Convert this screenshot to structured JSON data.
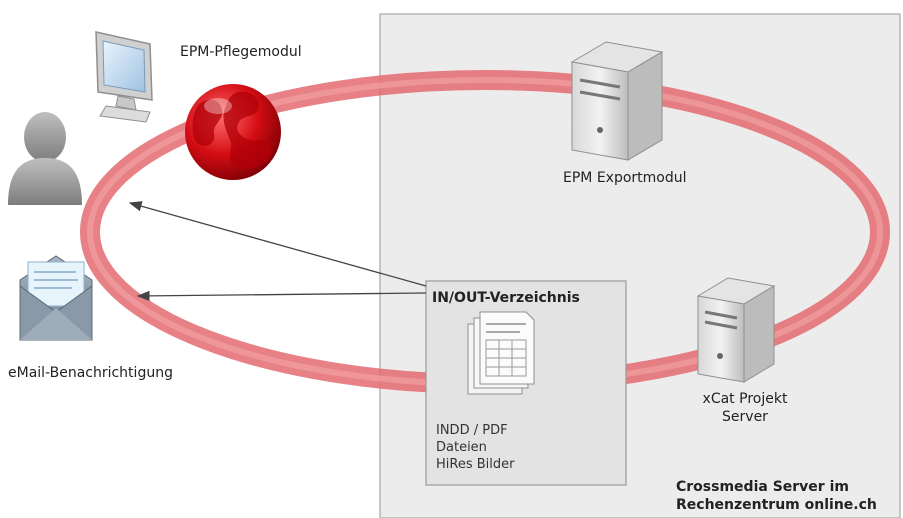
{
  "labels": {
    "pflegemodul": "EPM-Pflegemodul",
    "exportmodul": "EPM Exportmodul",
    "xcat_line1": "xCat Projekt",
    "xcat_line2": "Server",
    "email": "eMail-Benachrichtigung",
    "directory": "IN/OUT-Verzeichnis",
    "files": [
      "INDD / PDF",
      "Dateien",
      "HiRes Bilder"
    ],
    "crossmedia_line1": "Crossmedia Server im",
    "crossmedia_line2": "Rechenzentrum online.ch"
  },
  "colors": {
    "ring": "#e36b70",
    "globe": "#d40d14",
    "server_panel": "#ececec"
  },
  "icons": [
    "user-icon",
    "monitor-icon",
    "globe-icon",
    "email-icon",
    "server-icon",
    "document-icon"
  ]
}
